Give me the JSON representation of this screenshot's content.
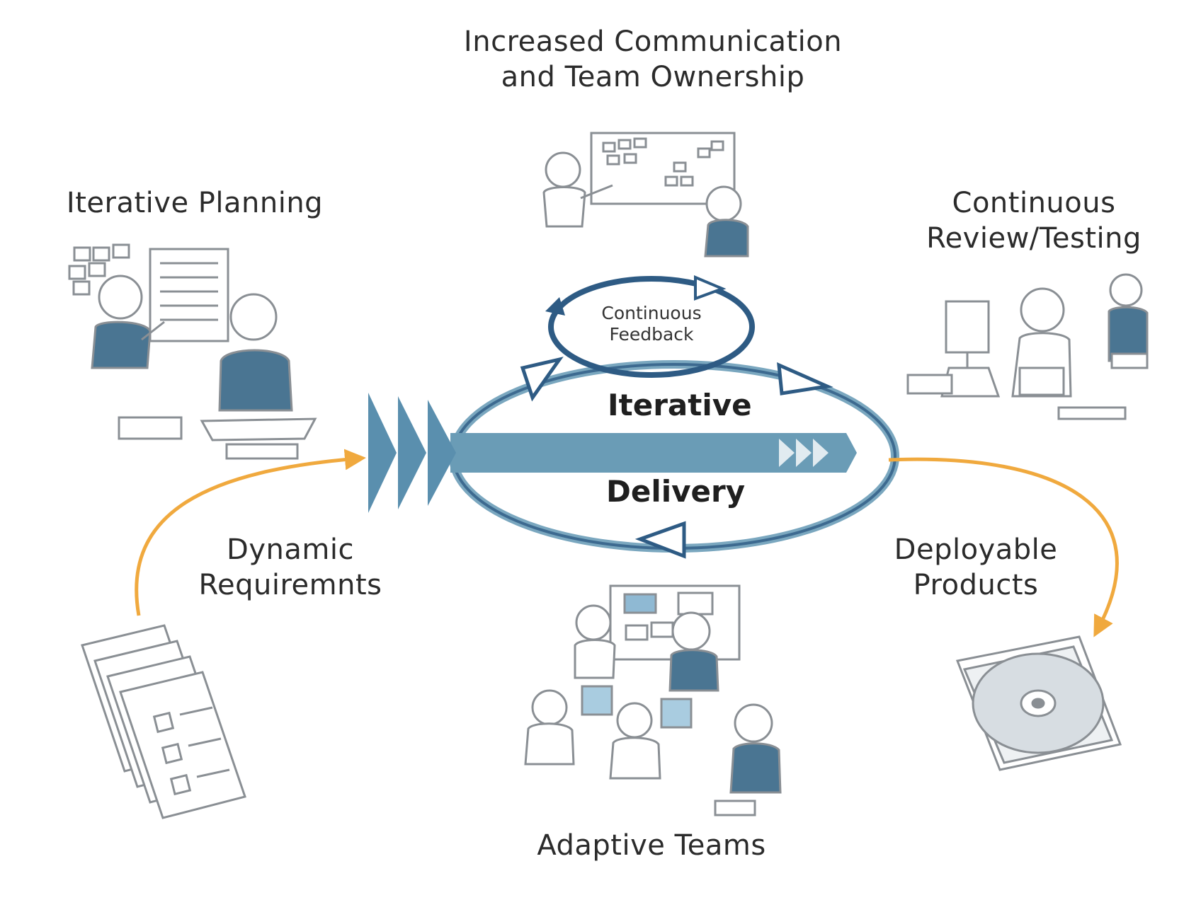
{
  "labels": {
    "communication": [
      "Increased Communication",
      "and Team Ownership"
    ],
    "planning": [
      "Iterative Planning"
    ],
    "review": [
      "Continuous",
      "Review/Testing"
    ],
    "requirements": [
      "Dynamic",
      "Requiremnts"
    ],
    "deployable": [
      "Deployable",
      "Products"
    ],
    "teams": [
      "Adaptive Teams"
    ]
  },
  "center": {
    "feedback": [
      "Continuous",
      "Feedback"
    ],
    "top": "Iterative",
    "bottom": "Delivery"
  },
  "colors": {
    "person_blue": "#4a7592",
    "loop_blue": "#2e5b84",
    "band_blue": "#6a9cb6",
    "arrow_orange": "#f0a93e",
    "outline": "#8a8f94"
  },
  "icons": [
    "planning-scene-icon",
    "communication-scene-icon",
    "review-testing-scene-icon",
    "requirements-documents-icon",
    "adaptive-teams-scene-icon",
    "software-disc-icon"
  ]
}
